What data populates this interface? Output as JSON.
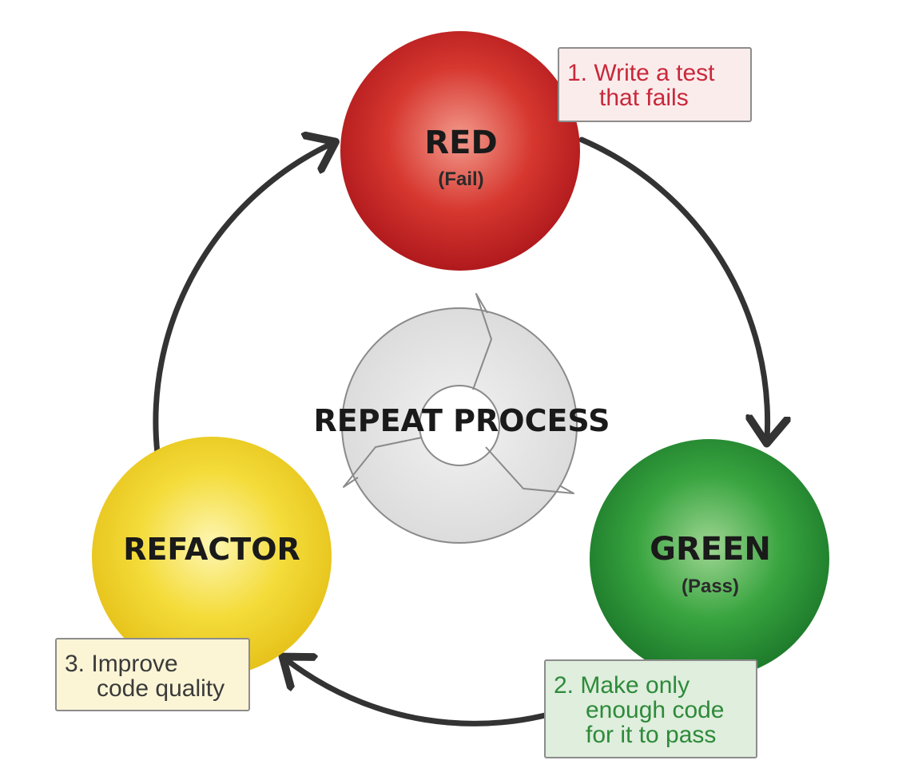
{
  "nodes": {
    "red": {
      "title": "RED",
      "subtitle": "(Fail)"
    },
    "green": {
      "title": "GREEN",
      "subtitle": "(Pass)"
    },
    "refactor": {
      "title": "REFACTOR"
    }
  },
  "center": {
    "label": "REPEAT PROCESS"
  },
  "notes": {
    "red": {
      "line1": "1. Write a test",
      "line2": "that fails"
    },
    "green": {
      "line1": "2. Make only",
      "line2": "enough code",
      "line3": "for it to pass"
    },
    "refactor": {
      "line1": "3. Improve",
      "line2": "code quality"
    }
  },
  "colors": {
    "red": "#d42f2a",
    "green": "#2f9a3c",
    "yellow": "#f2d52a",
    "arrow": "#333333"
  }
}
